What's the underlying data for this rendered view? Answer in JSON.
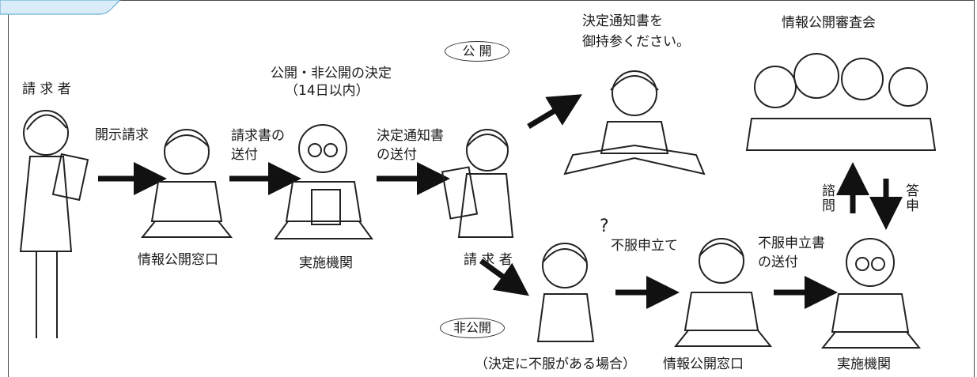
{
  "labels": {
    "requester_top": "請 求 者",
    "disclosure_request": "開示請求",
    "info_window": "情報公開窓口",
    "send_request": "請求書の\n送付",
    "decision_title": "公開・非公開の決定",
    "decision_period": "（14日以内）",
    "implementing_agency": "実施機関",
    "send_notice": "決定通知書\nの送付",
    "requester_mid": "請 求 者",
    "public": "公 開",
    "nonpublic": "非公開",
    "bring_notice": "決定通知書を\n御持参ください。",
    "review_board": "情報公開審査会",
    "inquiry": "諮問",
    "report": "答申",
    "objection": "不服申立て",
    "send_objection": "不服申立書\nの送付",
    "if_dissatisfied": "（決定に不服がある場合）",
    "info_window_bottom": "情報公開窓口",
    "implementing_agency_bottom": "実施機関",
    "question_mark": "?"
  },
  "colors": {
    "line": "#333333",
    "tab_fill": "#d9ecf7",
    "tab_stroke": "#6aaed6"
  }
}
